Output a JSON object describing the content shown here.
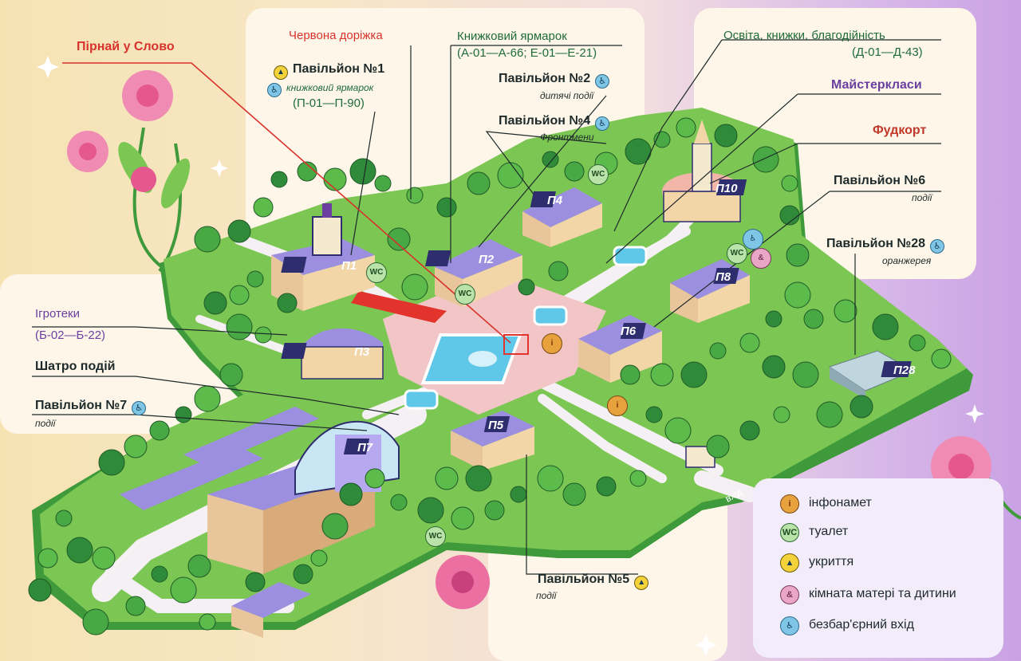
{
  "labels": {
    "pirnai": "Пірнай у Слово",
    "chervona": "Червона доріжка",
    "knyzhkovyi": "Книжковий ярмарок",
    "knyzhkovyi_codes": "(А-01—А-66; Е-01—Е-21)",
    "osvita": "Освіта, книжки, благодійність",
    "osvita_codes": "(Д-01—Д-43)",
    "p1": "Павільйон №1",
    "p1_sub": "книжковий ярмарок",
    "p1_codes": "(П-01—П-90)",
    "p2": "Павільйон №2",
    "p2_sub": "дитячі події",
    "p4": "Павільйон №4",
    "p4_sub": "Фронтмени",
    "maisterklasy": "Майстеркласи",
    "fudkort": "Фудкорт",
    "p6": "Павільйон №6",
    "p6_sub": "події",
    "p28": "Павільйон №28",
    "p28_sub": "оранжерея",
    "igroteky": "Ігротеки",
    "igroteky_codes": "(Б-02—Б-22)",
    "shatro": "Шатро подій",
    "p7": "Павільйон №7",
    "p7_sub": "події",
    "p5": "Павільйон №5",
    "p5_sub": "події",
    "vkhid": "вхід"
  },
  "building_tags": {
    "p1": "П1",
    "p2": "П2",
    "p3": "П3",
    "p4": "П4",
    "p5": "П5",
    "p6": "П6",
    "p7": "П7",
    "p8": "П8",
    "p10": "П10",
    "p28": "П28"
  },
  "legend": [
    {
      "icon": "info-icon",
      "text": "інфонамет"
    },
    {
      "icon": "wc-icon",
      "text": "туалет"
    },
    {
      "icon": "shelter-icon",
      "text": "укриття"
    },
    {
      "icon": "mother-child-icon",
      "text": "кімната матері та дитини"
    },
    {
      "icon": "accessible-icon",
      "text": "безбар'єрний вхід"
    }
  ],
  "badges": {
    "wc": "WC",
    "info": "i"
  },
  "colors": {
    "grass": "#7cc653",
    "grass_dark": "#3f9a3b",
    "path": "#f5f0f3",
    "plaza": "#f2c6c6",
    "roof": "#9c8fe0",
    "water": "#5fc7e8",
    "accent_red": "#d8322c",
    "accent_purple": "#6a3fa0"
  }
}
